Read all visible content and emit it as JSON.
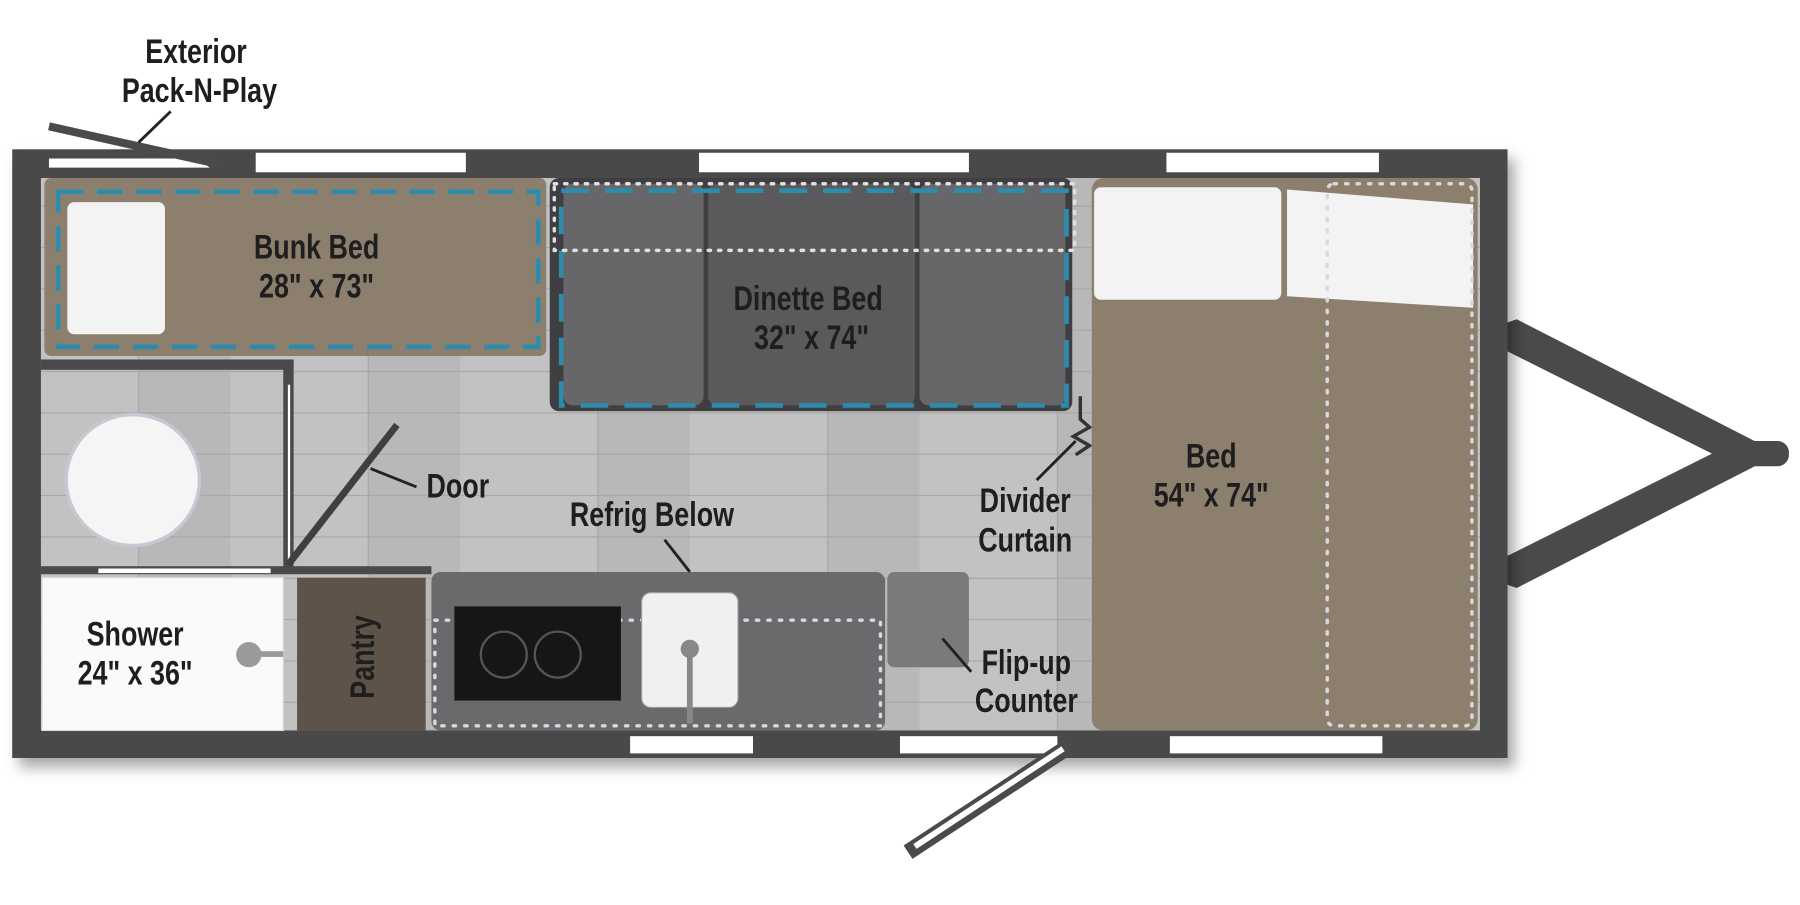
{
  "plan": {
    "labels": {
      "exterior_line1": "Exterior",
      "exterior_line2": "Pack-N-Play",
      "bunk_name": "Bunk Bed",
      "bunk_size": "28\" x 73\"",
      "dinette_name": "Dinette Bed",
      "dinette_size": "32\" x 74\"",
      "door": "Door",
      "refrig": "Refrig Below",
      "divider_line1": "Divider",
      "divider_line2": "Curtain",
      "bed_name": "Bed",
      "bed_size": "54\" x 74\"",
      "shower_name": "Shower",
      "shower_size": "24\" x 36\"",
      "pantry": "Pantry",
      "flip_line1": "Flip-up",
      "flip_line2": "Counter"
    },
    "colors": {
      "wall": "#4a4a4a",
      "floor": "#b9b9b9",
      "bed_fabric": "#8c7f6e",
      "dinette": "#5e5e60",
      "sleep_outline": "#2b8cad",
      "pantry": "#5e5348",
      "counter": "#6a6a6c"
    }
  }
}
